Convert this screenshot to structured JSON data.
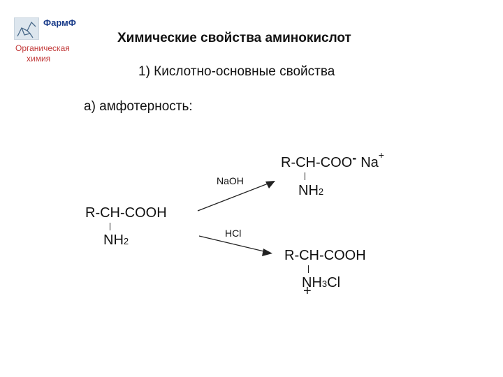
{
  "logo": {
    "label": "ФармФ",
    "subtitle_line1": "Органическая",
    "subtitle_line2": "химия",
    "colors": {
      "label": "#1a3c8a",
      "subtitle": "#c23a3a",
      "box": "#dde6ee"
    }
  },
  "title": "Химические свойства аминокислот",
  "subtitle": "1) Кислотно-основные свойства",
  "section": "а) амфотерность:",
  "reactant": {
    "main": "R-CH-COOH",
    "amine": "NH",
    "amine_sub": "2"
  },
  "reagents": {
    "base": "NaOH",
    "acid": "HCl"
  },
  "product_base": {
    "main": "R-CH-COO",
    "charge": "-",
    "cation": "Na",
    "cation_charge": "+",
    "amine": "NH",
    "amine_sub": "2"
  },
  "product_acid": {
    "main": "R-CH-COOH",
    "amine": "NH",
    "amine_sub": "3",
    "anion": "Cl",
    "plus": "+"
  }
}
